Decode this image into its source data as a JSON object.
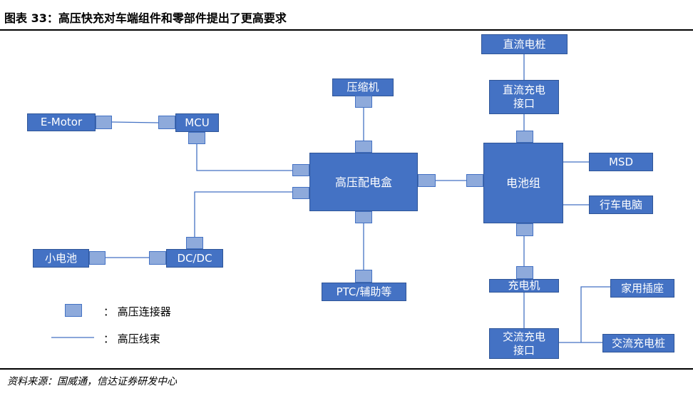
{
  "title": "图表 33：高压快充对车端组件和零部件提出了更高要求",
  "source": "资料来源：国威通，信达证券研发中心",
  "nodes": {
    "dc_pile": "直流电桩",
    "dc_port": "直流充电\n接口",
    "compressor": "压缩机",
    "emotor": "E-Motor",
    "mcu": "MCU",
    "pdu": "高压配电盒",
    "battery": "电池组",
    "msd": "MSD",
    "ecu": "行车电脑",
    "small_battery": "小电池",
    "dcdc": "DC/DC",
    "ptc": "PTC/辅助等",
    "charger": "充电机",
    "ac_port": "交流充电\n接口",
    "home_socket": "家用插座",
    "ac_pile": "交流充电桩"
  },
  "legend": {
    "connector": "：  高压连接器",
    "harness": "：  高压线束"
  },
  "colors": {
    "box": "#4472c4",
    "connector": "#8eaadb",
    "line": "#4472c4"
  }
}
